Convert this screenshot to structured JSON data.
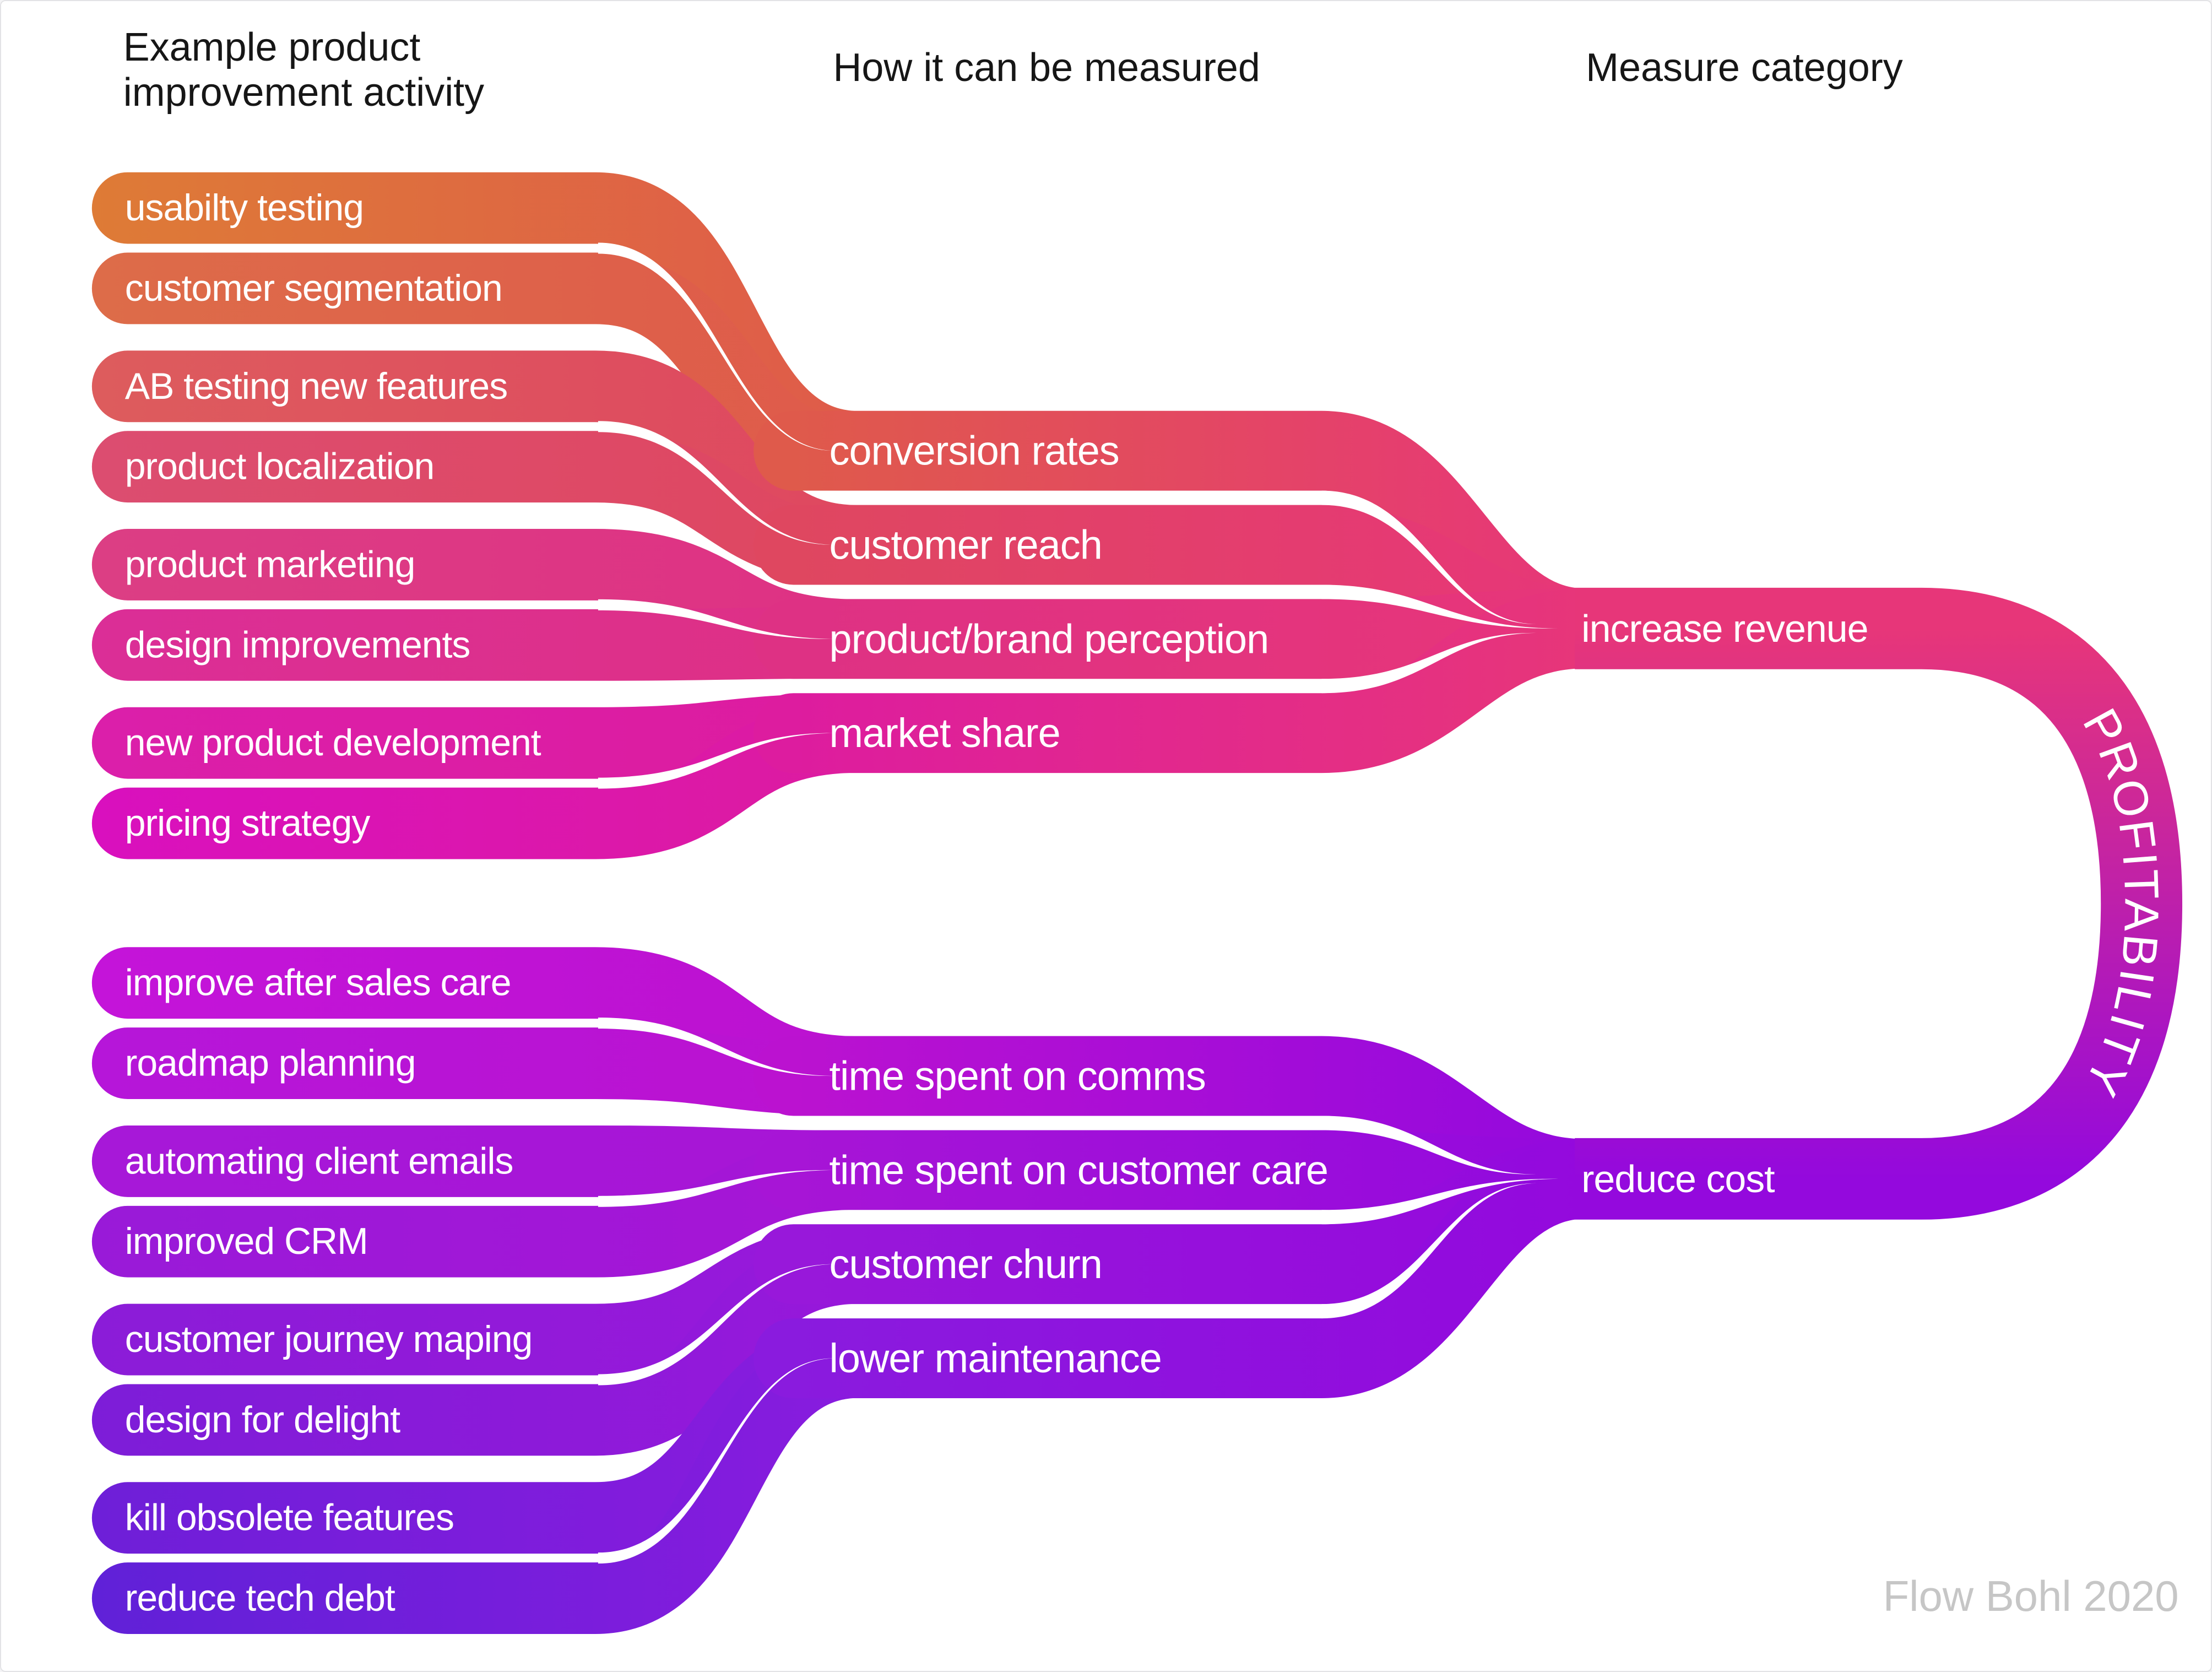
{
  "headers": {
    "col1_line1": "Example product",
    "col1_line2": "improvement activity",
    "col2": "How it can be measured",
    "col3": "Measure category",
    "text_color": "#161616"
  },
  "activities": [
    {
      "label": "usabilty testing",
      "color": "#DE7B36",
      "flows_to": "conversion rates"
    },
    {
      "label": "customer segmentation",
      "color": "#DD6C49",
      "flows_to": "conversion rates"
    },
    {
      "label": "AB testing new features",
      "color": "#DD5C5D",
      "flows_to": "customer reach"
    },
    {
      "label": "product localization",
      "color": "#DC4D70",
      "flows_to": "customer reach"
    },
    {
      "label": "product marketing",
      "color": "#DC3E84",
      "flows_to": "product/brand perception"
    },
    {
      "label": "design improvements",
      "color": "#DB2E97",
      "flows_to": "product/brand perception"
    },
    {
      "label": "new product development",
      "color": "#DB1FAA",
      "flows_to": "market share"
    },
    {
      "label": "pricing strategy",
      "color": "#D910BE",
      "flows_to": "market share"
    },
    {
      "label": "improve after sales care",
      "color": "#C414D9",
      "flows_to": "time spent on comms"
    },
    {
      "label": "roadmap planning",
      "color": "#B616D9",
      "flows_to": "time spent on comms"
    },
    {
      "label": "automating client emails",
      "color": "#A718D8",
      "flows_to": "time spent on customer care"
    },
    {
      "label": "improved CRM",
      "color": "#991AD8",
      "flows_to": "time spent on customer care"
    },
    {
      "label": "customer journey maping",
      "color": "#8B1CD8",
      "flows_to": "customer churn"
    },
    {
      "label": "design for delight",
      "color": "#7D1DD8",
      "flows_to": "customer churn"
    },
    {
      "label": "kill obsolete features",
      "color": "#6E1FD8",
      "flows_to": "lower maintenance"
    },
    {
      "label": "reduce tech debt",
      "color": "#6021D8",
      "flows_to": "lower maintenance"
    }
  ],
  "measures": [
    {
      "label": "conversion rates",
      "color": "#DF5A4B",
      "flows_to": "increase revenue"
    },
    {
      "label": "customer reach",
      "color": "#DF4760",
      "flows_to": "increase revenue"
    },
    {
      "label": "product/brand perception",
      "color": "#DE3184",
      "flows_to": "increase revenue"
    },
    {
      "label": "market share",
      "color": "#DD1C9F",
      "flows_to": "increase revenue"
    },
    {
      "label": "time spent on comms",
      "color": "#BB12D0",
      "flows_to": "reduce cost"
    },
    {
      "label": "time spent on customer care",
      "color": "#A715D6",
      "flows_to": "reduce cost"
    },
    {
      "label": "customer churn",
      "color": "#9818DA",
      "flows_to": "reduce cost"
    },
    {
      "label": "lower maintenance",
      "color": "#8A1BDE",
      "flows_to": "reduce cost"
    }
  ],
  "categories": [
    {
      "label": "increase revenue",
      "color": "#E73679",
      "flows_to": "PROFITABILITY"
    },
    {
      "label": "reduce cost",
      "color": "#9409DD",
      "flows_to": "PROFITABILITY"
    }
  ],
  "goal": {
    "label": "PROFITABILITY",
    "gradient_top": "#E73679",
    "gradient_bottom": "#9409DD",
    "text_color": "#ffffff"
  },
  "page": {
    "background": "#ffffff",
    "separator_color": "#ffffff",
    "watermark": "Flow Bohl 2020",
    "watermark_color": "#c6c6c6"
  }
}
